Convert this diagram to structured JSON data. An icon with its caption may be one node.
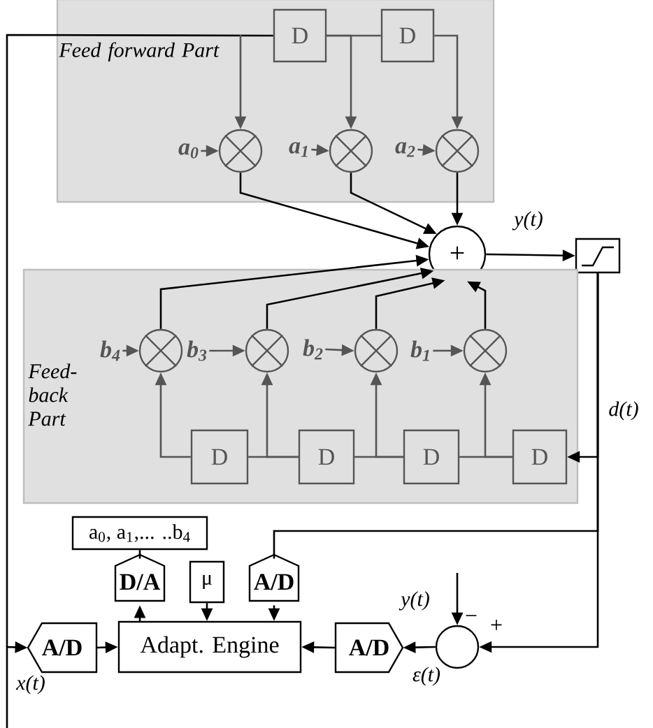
{
  "diagram": {
    "nodes": [
      {
        "text": [
          "Feed forward Part"
        ]
      },
      {
        "text": [
          "D"
        ],
        "in": 0
      },
      {
        "text": [
          "D"
        ],
        "in": 0
      },
      {
        "text": [
          "a$_{0}$"
        ],
        "in": 0
      },
      {
        "text": [],
        "shape": "circle",
        "in": 0
      },
      {
        "text": [
          "a$_{1}$"
        ],
        "in": 0
      },
      {
        "text": [],
        "shape": "circle",
        "in": 0
      },
      {
        "text": [
          "a$_{2}$"
        ],
        "in": 0
      },
      {
        "text": [],
        "shape": "circle",
        "in": 0
      },
      {
        "text": [
          "+"
        ]
      },
      {
        "text": [],
        "shape": "box"
      },
      {
        "text": [
          "Feed- back Part"
        ]
      },
      {
        "text": [
          "b$_{4}$"
        ],
        "in": 11
      },
      {
        "text": [],
        "shape": "circle",
        "in": 11
      },
      {
        "text": [
          "b$_{3}$"
        ],
        "in": 11
      },
      {
        "text": [],
        "shape": "circle",
        "in": 11
      },
      {
        "text": [
          "b$_{2}$"
        ],
        "in": 11
      },
      {
        "text": [],
        "shape": "circle",
        "in": 11
      },
      {
        "text": [
          "b$_{1}$"
        ],
        "in": 11
      },
      {
        "text": [],
        "shape": "circle",
        "in": 11
      },
      {
        "text": [
          "D"
        ],
        "in": 11
      },
      {
        "text": [
          "D"
        ],
        "in": 11
      },
      {
        "text": [
          "D"
        ],
        "in": 11
      },
      {
        "text": [
          "D"
        ],
        "in": 11
      },
      {
        "text": [
          "a$_{0}$, a$_{1}$,... ..b$_{4}$"
        ]
      },
      {
        "text": [
          "D/A"
        ]
      },
      {
        "text": [
          "μ"
        ]
      },
      {
        "text": [
          "A/D"
        ]
      },
      {
        "text": [
          "A/D"
        ]
      },
      {
        "text": [
          "Adapt. Engine"
        ]
      },
      {
        "text": [
          "A/D"
        ]
      },
      {
        "text": [],
        "shape": "circle"
      }
    ],
    "edges": [
      {
        "from": null,
        "to": 1,
        "arrow": "none"
      },
      {
        "from": null,
        "to": 4,
        "arrow": "to",
        "color": "#555555"
      },
      {
        "from": null,
        "to": 28,
        "arrow": "to"
      },
      {
        "from": 1,
        "to": 2,
        "arrow": "none",
        "color": "#555555"
      },
      {
        "from": 1,
        "to": 6,
        "arrow": "to",
        "color": "#555555"
      },
      {
        "from": 2,
        "to": 8,
        "arrow": "to",
        "color": "#555555"
      },
      {
        "from": 3,
        "to": 4,
        "arrow": "to",
        "color": "#555555"
      },
      {
        "from": 5,
        "to": 6,
        "arrow": "to",
        "color": "#555555"
      },
      {
        "from": 7,
        "to": 8,
        "arrow": "to",
        "color": "#555555"
      },
      {
        "from": 4,
        "to": 9,
        "arrow": "to"
      },
      {
        "from": 6,
        "to": 9,
        "arrow": "to"
      },
      {
        "from": 8,
        "to": 9,
        "arrow": "to"
      },
      {
        "from": 9,
        "to": 10,
        "arrow": "to",
        "label": "y(t)"
      },
      {
        "from": 10,
        "to": 23,
        "arrow": "to",
        "label": "d(t)"
      },
      {
        "from": 10,
        "to": 31,
        "arrow": "to"
      },
      {
        "from": 10,
        "to": 27,
        "arrow": "none"
      },
      {
        "from": 23,
        "to": 22,
        "arrow": "none",
        "color": "#555555"
      },
      {
        "from": 22,
        "to": 21,
        "arrow": "none",
        "color": "#555555"
      },
      {
        "from": 21,
        "to": 20,
        "arrow": "none",
        "color": "#555555"
      },
      {
        "from": 20,
        "to": 13,
        "arrow": "to",
        "color": "#555555"
      },
      {
        "from": 21,
        "to": 15,
        "arrow": "to",
        "color": "#555555"
      },
      {
        "from": 22,
        "to": 17,
        "arrow": "to",
        "color": "#555555"
      },
      {
        "from": 23,
        "to": 19,
        "arrow": "to",
        "color": "#555555"
      },
      {
        "from": 12,
        "to": 13,
        "arrow": "to",
        "color": "#555555"
      },
      {
        "from": 14,
        "to": 15,
        "arrow": "to",
        "color": "#555555"
      },
      {
        "from": 16,
        "to": 17,
        "arrow": "to",
        "color": "#555555"
      },
      {
        "from": 18,
        "to": 19,
        "arrow": "to",
        "color": "#555555"
      },
      {
        "from": 13,
        "to": 9,
        "arrow": "to"
      },
      {
        "from": 15,
        "to": 9,
        "arrow": "to"
      },
      {
        "from": 17,
        "to": 9,
        "arrow": "to"
      },
      {
        "from": 19,
        "to": 9,
        "arrow": "to"
      },
      {
        "from": 28,
        "to": 29,
        "arrow": "to"
      },
      {
        "from": 29,
        "to": 25,
        "arrow": "to"
      },
      {
        "from": 25,
        "to": 24,
        "arrow": "none"
      },
      {
        "from": 26,
        "to": 29,
        "arrow": "to"
      },
      {
        "from": 27,
        "to": 29,
        "arrow": "to"
      },
      {
        "from": 30,
        "to": 29,
        "arrow": "to"
      },
      {
        "from": 31,
        "to": 30,
        "arrow": "to",
        "label": "ε(t)"
      },
      {
        "from": null,
        "to": 31,
        "arrow": "to"
      }
    ],
    "labels": [
      "x(t)",
      "y(t)",
      "−",
      "+"
    ]
  }
}
